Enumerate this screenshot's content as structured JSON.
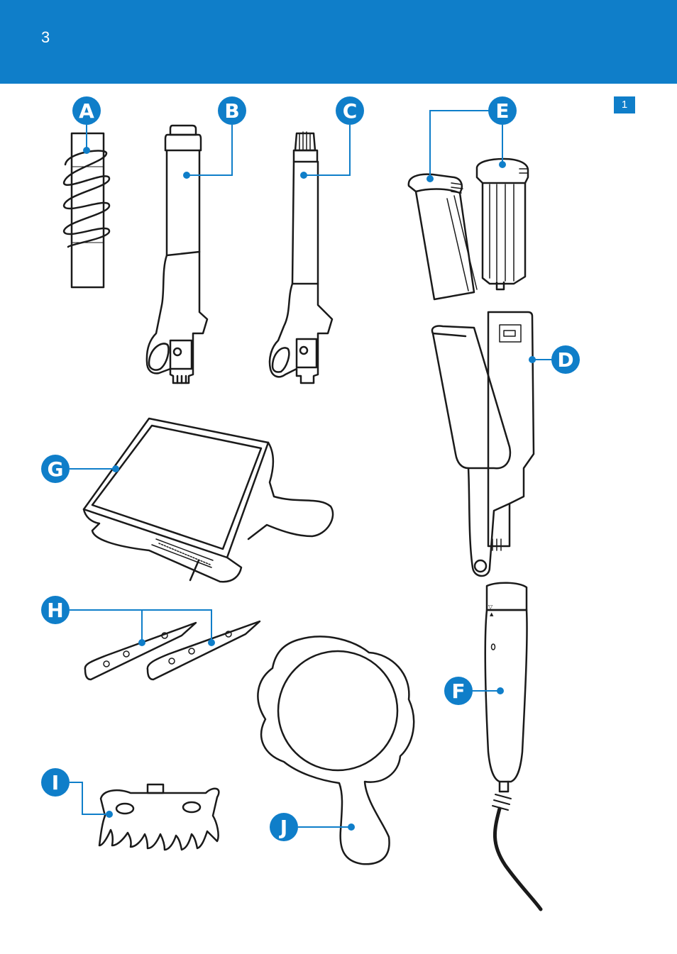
{
  "page": {
    "number": "3",
    "figure": "1"
  },
  "colors": {
    "accent": "#0f7ec9",
    "line": "#1a1a1a"
  },
  "callouts": {
    "a": "A",
    "b": "B",
    "c": "C",
    "d": "D",
    "e": "E",
    "f": "F",
    "g": "G",
    "h": "H",
    "i": "I",
    "j": "J"
  }
}
